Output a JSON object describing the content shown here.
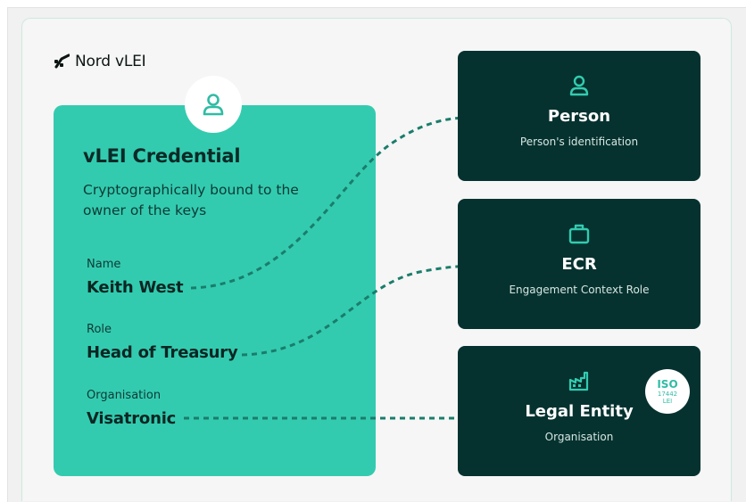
{
  "brand": {
    "name": "Nord vLEI"
  },
  "credential": {
    "title": "vLEI Credential",
    "subtitle": "Cryptographically bound to the owner of the keys",
    "fields": [
      {
        "label": "Name",
        "value": "Keith West"
      },
      {
        "label": "Role",
        "value": "Head of Treasury"
      },
      {
        "label": "Organisation",
        "value": "Visatronic"
      }
    ]
  },
  "cards": [
    {
      "title": "Person",
      "subtitle": "Person's identification",
      "icon": "person-icon"
    },
    {
      "title": "ECR",
      "subtitle": "Engagement Context Role",
      "icon": "briefcase-icon"
    },
    {
      "title": "Legal Entity",
      "subtitle": "Organisation",
      "icon": "factory-icon",
      "badge": {
        "line1": "ISO",
        "line2": "17442",
        "line3": "LEI"
      }
    }
  ],
  "colors": {
    "credential_bg": "#33cbb0",
    "card_bg": "#05322f",
    "accent": "#33cbb0",
    "connector": "#1a7d6b"
  }
}
